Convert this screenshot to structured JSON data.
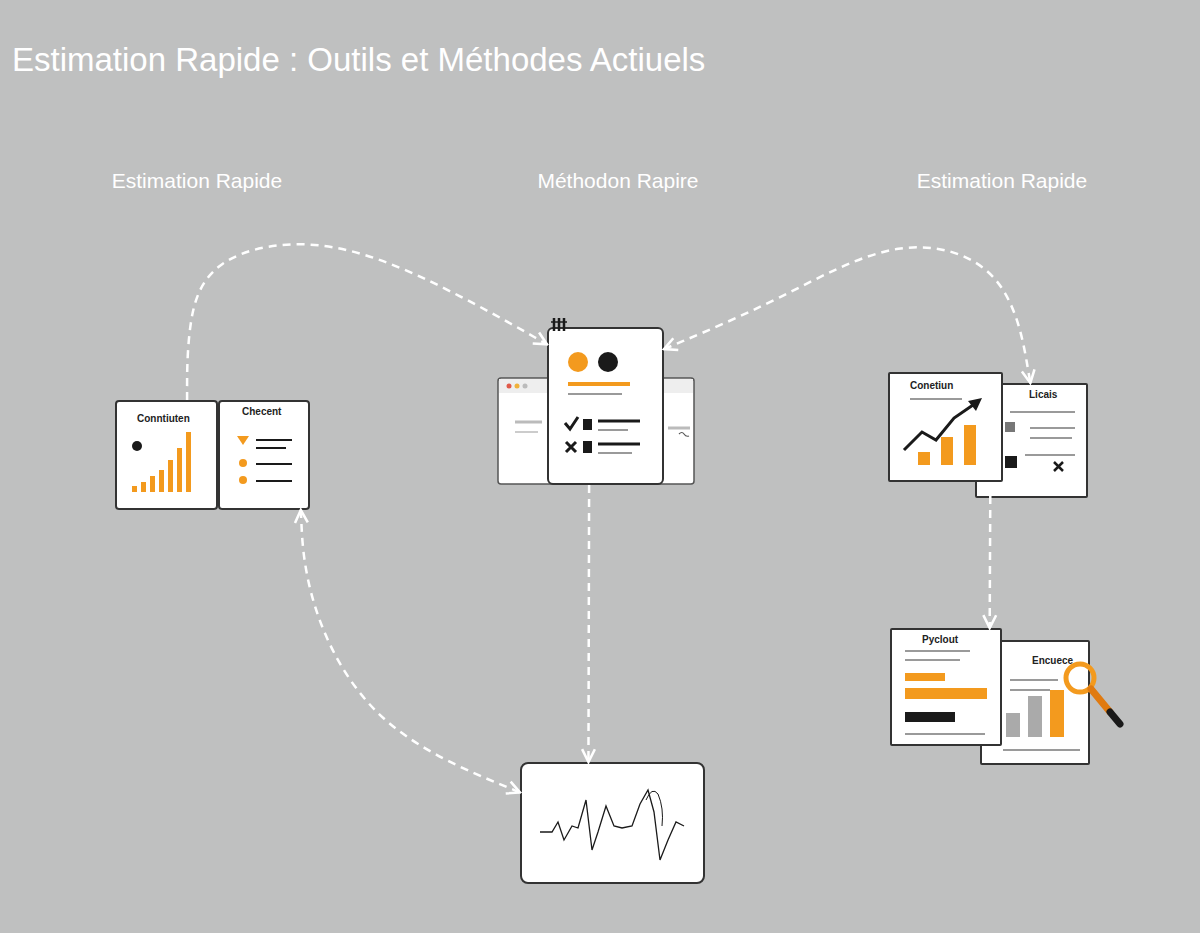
{
  "diagram": {
    "title": "Estimation Rapide : Outils et Méthodes Actiuels",
    "nodes": [
      {
        "text": [
          "Conntiuten"
        ]
      },
      {
        "text": [
          "Checent"
        ]
      },
      {
        "text": []
      },
      {
        "text": [
          "Conetiun"
        ]
      },
      {
        "text": [
          "Licais"
        ]
      },
      {
        "text": [
          "Pyclout"
        ]
      },
      {
        "text": [
          "Encuece"
        ]
      },
      {
        "text": []
      }
    ],
    "edges": [
      {
        "from": 0,
        "to": 2,
        "arrow": "to"
      },
      {
        "from": 2,
        "to": 4,
        "arrow": "both"
      },
      {
        "from": 3,
        "to": 5,
        "arrow": "to"
      },
      {
        "from": 2,
        "to": 7,
        "arrow": "to"
      },
      {
        "from": 1,
        "to": 7,
        "arrow": "both"
      }
    ],
    "labels": [
      "Estimation Rapide",
      "Méthodon Rapire",
      "Estimation Rapide"
    ]
  }
}
